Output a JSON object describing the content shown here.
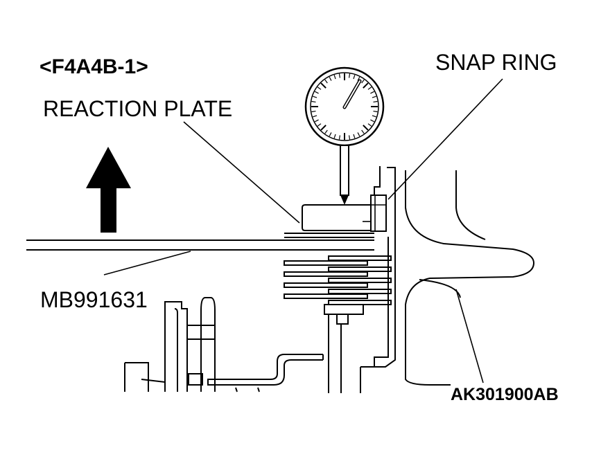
{
  "labels": {
    "model_code": "<F4A4B-1>",
    "reaction_plate": "REACTION PLATE",
    "snap_ring": "SNAP RING",
    "tool": "MB991631",
    "figure_id": "AK301900AB"
  },
  "gauge": {
    "tick_count": 40
  }
}
